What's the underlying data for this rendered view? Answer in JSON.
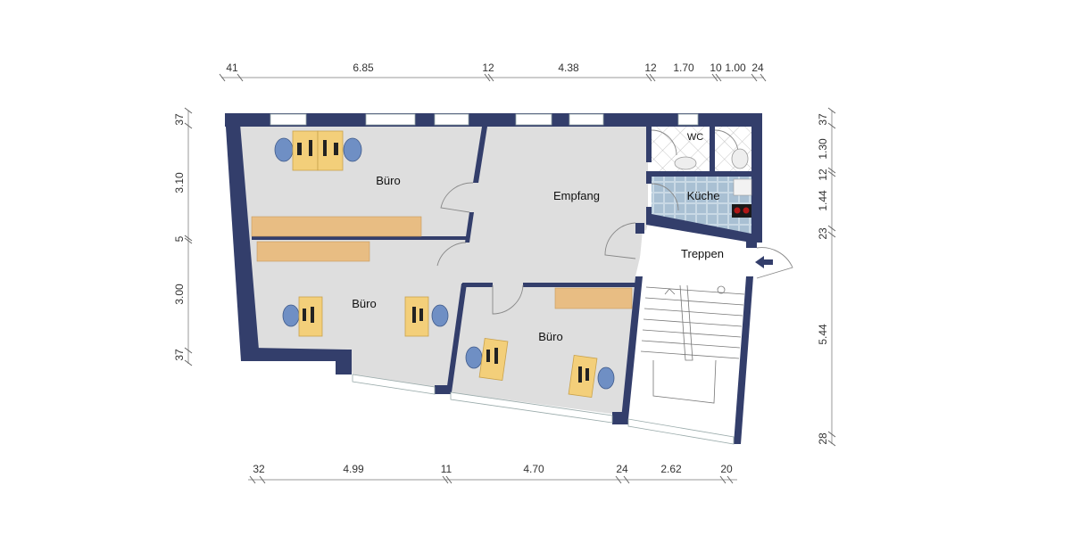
{
  "plan": {
    "rooms": [
      {
        "id": "buero-1",
        "label": "Büro"
      },
      {
        "id": "buero-2",
        "label": "Büro"
      },
      {
        "id": "buero-3",
        "label": "Büro"
      },
      {
        "id": "empfang",
        "label": "Empfang"
      },
      {
        "id": "wc",
        "label": "WC"
      },
      {
        "id": "kueche",
        "label": "Küche"
      },
      {
        "id": "treppen",
        "label": "Treppen"
      }
    ],
    "dimensions": {
      "top": [
        "41",
        "6.85",
        "12",
        "4.38",
        "12",
        "1.70",
        "10",
        "1.00",
        "24"
      ],
      "bottom": [
        "32",
        "4.99",
        "11",
        "4.70",
        "24",
        "2.62",
        "20"
      ],
      "left": [
        "37",
        "3.10",
        "5",
        "3.00",
        "37"
      ],
      "right": [
        "37",
        "1.30",
        "12",
        "1.44",
        "23",
        "5.44",
        "28"
      ]
    },
    "colors": {
      "wall": "#333e6b",
      "floor": "#dedede",
      "desk": "#f3cf7a",
      "shelf": "#e8bd83",
      "chair": "#6f8fc4",
      "tile_kitchen": "#b5c9d8"
    },
    "icons": {
      "entrance": "arrow-left-icon"
    }
  }
}
